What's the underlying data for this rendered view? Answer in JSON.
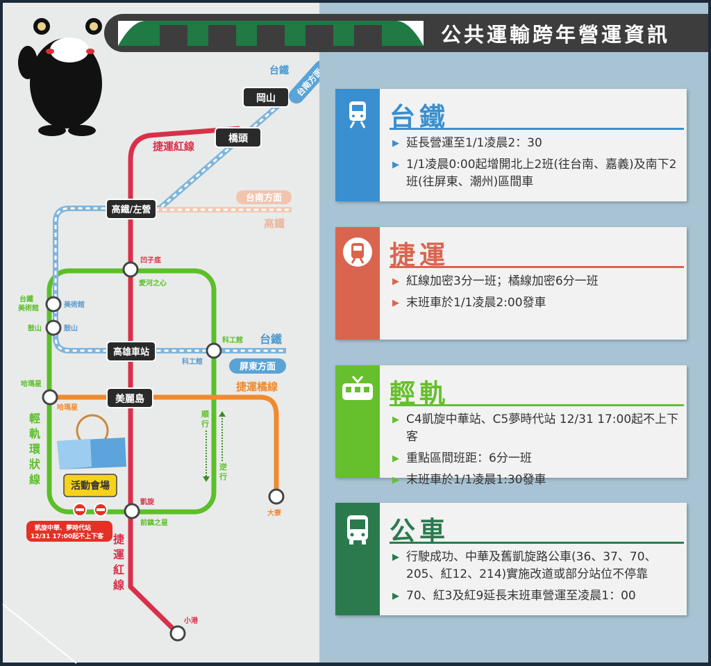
{
  "header": {
    "title": "公共運輸跨年營運資訊"
  },
  "map": {
    "lines": {
      "red_top": "捷運紅線",
      "red_bottom": [
        "捷",
        "運",
        "紅",
        "線"
      ],
      "orange": "捷運橘線",
      "lrt": [
        "輕",
        "軌",
        "環",
        "狀",
        "線"
      ],
      "tra_right": "台鐵",
      "tra_top": "台鐵",
      "hsr": "高鐵"
    },
    "badges": {
      "tainan_tra": "台南方面",
      "tainan_hsr": "台南方面",
      "pingtung": "屏東方面"
    },
    "stations_black": [
      "岡山",
      "橋頭",
      "高鐵/左營",
      "高雄車站",
      "美麗島"
    ],
    "labels": {
      "aozidi": "凹子底",
      "aihe": "愛河之心",
      "lrt_museum": [
        "台鐵",
        "美術館"
      ],
      "tra_museum": "美術館",
      "lrt_gushan": "鼓山",
      "tra_gushan": "鼓山",
      "lrt_kegong": "科工館",
      "tra_kegong": "科工館",
      "lrt_hamaxing": "哈瑪星",
      "or_hamaxing": "哈瑪星",
      "kaixuan": "凱旋",
      "qianzhen": "前鎮之星",
      "daliao": "大寮",
      "xiaogang": "小港",
      "clockwise": [
        "順",
        "行"
      ],
      "counter": [
        "逆",
        "行"
      ]
    },
    "venue": "活動會場",
    "notice": [
      "凱旋中華、夢時代站",
      "12/31 17:00起不上下客"
    ]
  },
  "cards": [
    {
      "title": "台鐵",
      "color": "#3a8fd0",
      "icon": "train-icon",
      "items": [
        "延長營運至1/1凌晨2：30",
        "1/1凌晨0:00起增開北上2班(往台南、嘉義)及南下2班(往屏東、潮州)區間車"
      ]
    },
    {
      "title": "捷運",
      "color": "#d9654f",
      "icon": "metro-icon",
      "items": [
        "紅線加密3分一班；橘線加密6分一班",
        "末班車於1/1凌晨2:00發車"
      ]
    },
    {
      "title": "輕軌",
      "color": "#66bf2c",
      "icon": "light-rail-icon",
      "items": [
        "C4凱旋中華站、C5夢時代站 12/31 17:00起不上下客",
        "重點區間班距：6分一班",
        "末班車於1/1凌晨1:30發車"
      ]
    },
    {
      "title": "公車",
      "color": "#2a7a4e",
      "icon": "bus-icon",
      "items": [
        "行駛成功、中華及舊凱旋路公車(36、37、70、205、紅12、214)實施改道或部分站位不停靠",
        "70、紅3及紅9延長末班車營運至凌晨1：00"
      ]
    }
  ]
}
